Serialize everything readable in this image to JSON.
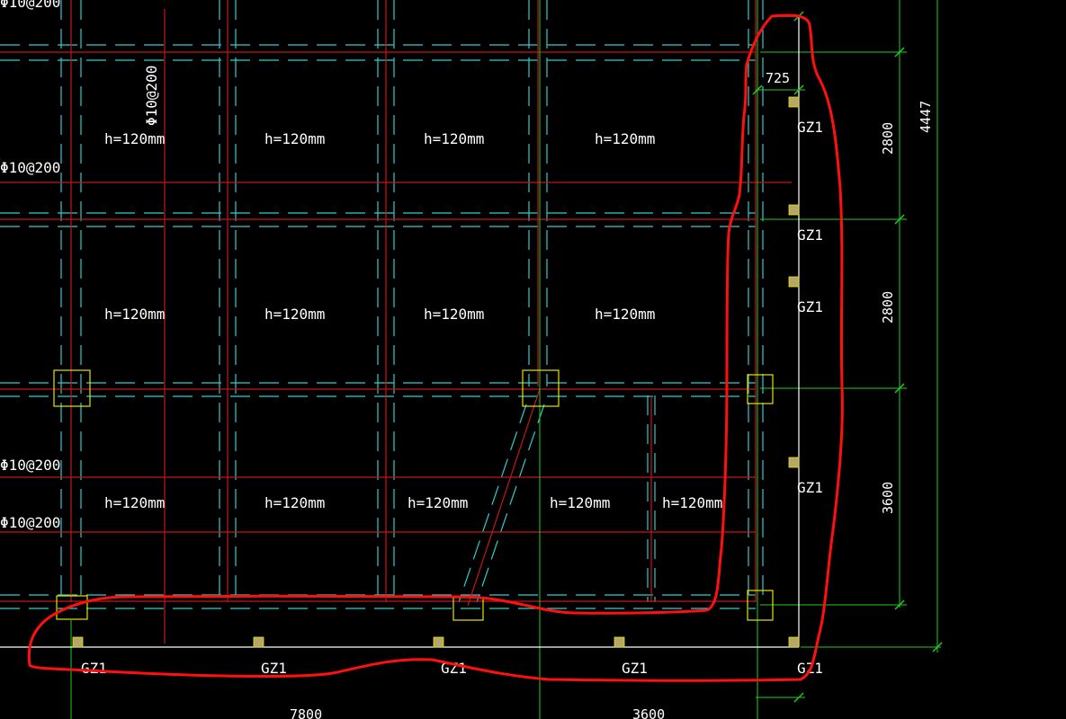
{
  "slab_labels": [
    "h=120mm"
  ],
  "rebar_labels": [
    "Φ10@200"
  ],
  "column_label": "GZ1",
  "dimensions": {
    "top_offset": "725",
    "right_spans": [
      "2800",
      "2800",
      "3600"
    ],
    "right_total": "4447",
    "bottom_spans": [
      "7800",
      "3600"
    ]
  },
  "colors": {
    "background": "#000000",
    "axis_red": "#c0181a",
    "dash_cyan": "#33cccc",
    "dim_green": "#22cc22",
    "column_yellow": "#e6e600",
    "outline_white": "#ffffff",
    "markup_red": "#ff1010"
  }
}
